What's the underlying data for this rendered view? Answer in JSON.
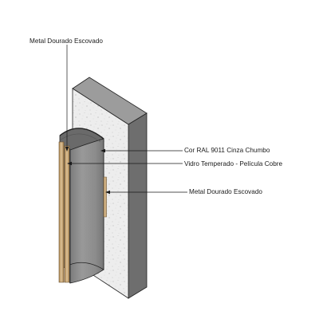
{
  "labels": {
    "top_metal": "Metal Dourado Escovado",
    "color": "Cor  RAL 9011 Cinza Chumbo",
    "glass": "Vidro Temperado - Película Cobre",
    "side_metal": "Metal Dourado Escovado"
  },
  "colors": {
    "concrete_front": "#ededed",
    "concrete_side": "#6e6e6e",
    "concrete_top": "#9c9c9c",
    "cladding_outer": "#8e8e8e",
    "cladding_inner": "#6a6a6a",
    "brushed_gold": "#c8a878",
    "line": "#1a1a1a"
  }
}
